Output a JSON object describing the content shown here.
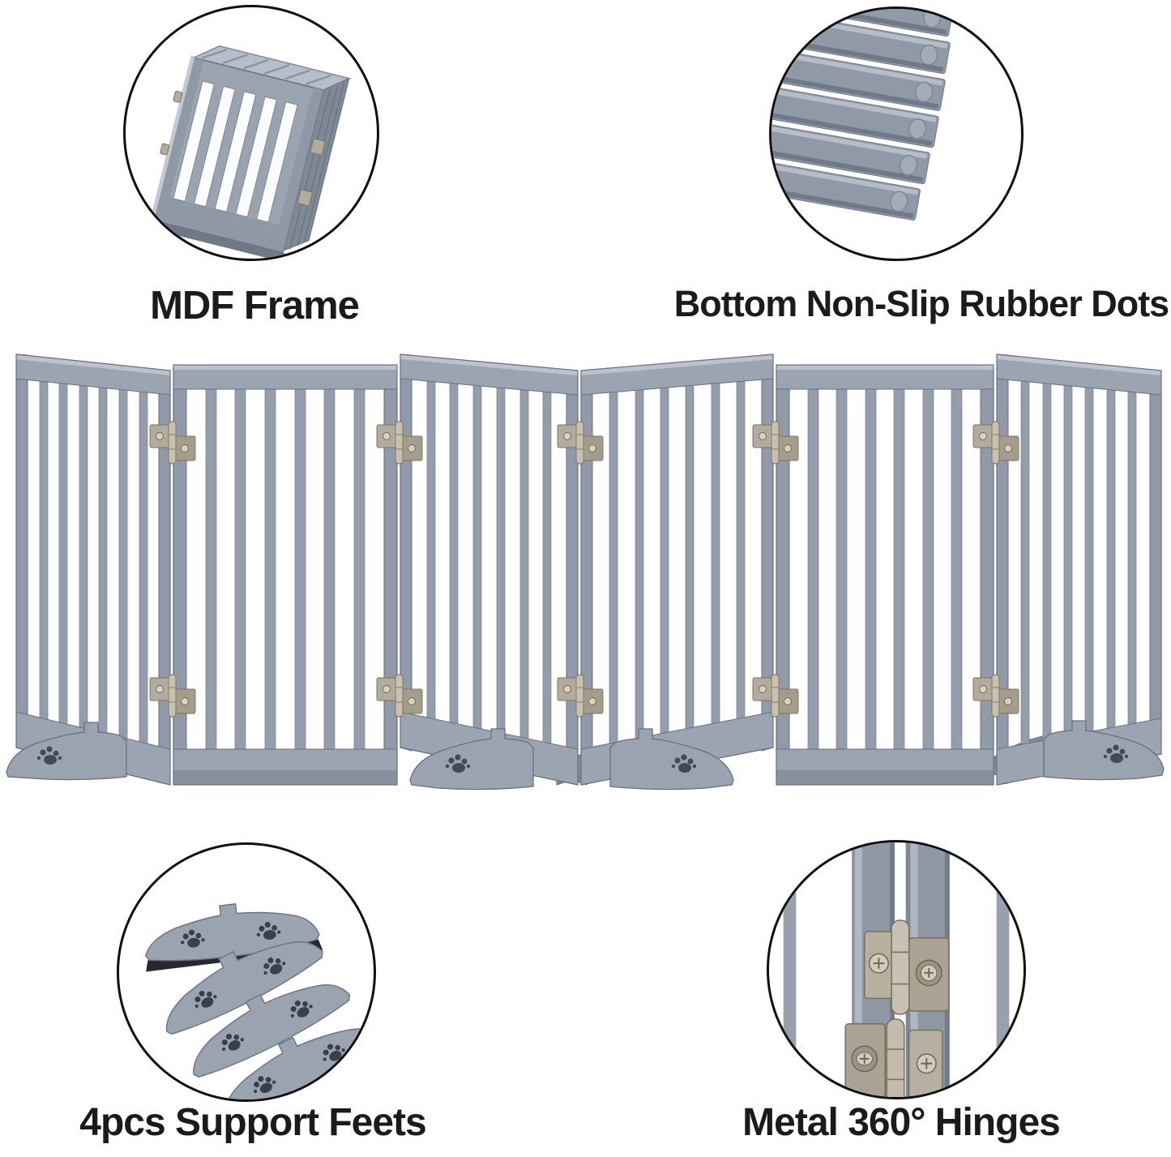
{
  "page": {
    "background": "#ffffff",
    "description": "Product feature infographic for a freestanding folding wooden pet gate"
  },
  "callouts": {
    "mdf_frame": {
      "label": "MDF Frame",
      "icon": "folded-gate-stack-icon"
    },
    "rubber_dots": {
      "label": "Bottom Non-Slip Rubber Dots",
      "icon": "panel-bottom-rubber-dots-icon"
    },
    "support_feet": {
      "label": "4pcs Support Feets",
      "icon": "paw-support-feet-icon"
    },
    "hinges": {
      "label": "Metal 360° Hinges",
      "icon": "double-metal-hinge-icon"
    }
  },
  "gate": {
    "panel_count": 6,
    "slats_per_panel": 6,
    "junction_count": 5,
    "hinges_per_junction": 2,
    "support_feet_count": 4,
    "rubber_dot_count": 6
  },
  "colors": {
    "text": "#1b1b1b",
    "circle_outline": "#101010",
    "wood": "#9ba5b2",
    "wood_dark": "#77818f",
    "wood_light": "#bcc3cd",
    "hinge_metal": "#b3ab9b",
    "paw_cutout": "#424a56",
    "rubber_dot": "#a2abb7",
    "foot_rubber_base": "#26292e"
  }
}
